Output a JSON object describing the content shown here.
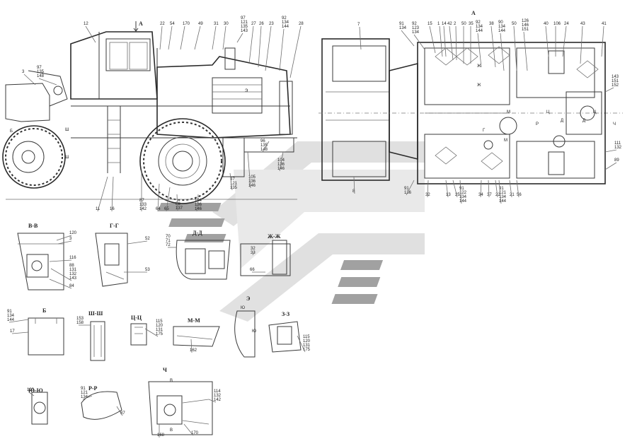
{
  "drawing": {
    "view_arrow_label": "А",
    "plan_title": "А",
    "wm_color": "#b9b9b9",
    "wm_dark": "#4a4a4a"
  },
  "side_view_callouts": [
    "12",
    "97\n135\n148",
    "3",
    "Б",
    "Ш",
    "Ш",
    "11",
    "16",
    "22",
    "54",
    "170",
    "49",
    "31",
    "30",
    "97\n121\n135\n143",
    "27",
    "26",
    "23",
    "92\n134\n144",
    "28",
    "87\n133\n142",
    "64",
    "65",
    "88\n137",
    "104\n136\n146",
    "97\n121\n135",
    "105\n136\n146",
    "96\n135\n148",
    "104\n136\n146",
    "Э"
  ],
  "plan_view_callouts": [
    "7",
    "91\n134",
    "92\n123\n134",
    "15",
    "1",
    "14",
    "42",
    "2",
    "50",
    "35",
    "92\n134\n144",
    "38",
    "90\n134\n144",
    "50",
    "126\n146\n151",
    "40",
    "106",
    "24",
    "43",
    "41",
    "143\n151\n152",
    "Ц",
    "Ц",
    "Д",
    "Д",
    "Ч",
    "111\n132",
    "89",
    "М",
    "М",
    "Г",
    "Р",
    "Ж",
    "Ж",
    "8",
    "91\n136",
    "32",
    "13",
    "25",
    "91\n122\n134\n144",
    "34",
    "37",
    "22",
    "91\n121\n134\n144",
    "21",
    "56"
  ],
  "sections": [
    {
      "id": "vv",
      "title": "В-В",
      "labels": [
        "120",
        "3",
        "116",
        "88\n131\n132\n143",
        "84"
      ]
    },
    {
      "id": "gg",
      "title": "Г-Г",
      "labels": [
        "52",
        "53"
      ]
    },
    {
      "id": "dd",
      "title": "Д-Д",
      "labels": [
        "70\n71\n72"
      ]
    },
    {
      "id": "zhzh",
      "title": "Ж-Ж",
      "labels": [
        "32\n33",
        "66"
      ]
    },
    {
      "id": "b",
      "title": "Б",
      "labels": [
        "91\n134\n144",
        "17"
      ]
    },
    {
      "id": "shsh",
      "title": "Ш-Ш",
      "labels": [
        "153\n158"
      ]
    },
    {
      "id": "tsts",
      "title": "Ц-Ц",
      "labels": [
        "115\n120\n131\n175"
      ]
    },
    {
      "id": "mm",
      "title": "М-М",
      "labels": [
        "162"
      ]
    },
    {
      "id": "e",
      "title": "Э",
      "labels": [
        "Ю",
        "Ю"
      ]
    },
    {
      "id": "zz",
      "title": "З-З",
      "labels": [
        "115\n120\n131\n175"
      ]
    },
    {
      "id": "yuyu",
      "title": "Ю-Ю",
      "labels": [
        "133"
      ]
    },
    {
      "id": "rr",
      "title": "Р-Р",
      "labels": [
        "91\n121\n134",
        "87"
      ]
    },
    {
      "id": "ch",
      "title": "Ч",
      "labels": [
        "В",
        "В",
        "114\n132\n142",
        "168",
        "170"
      ]
    }
  ]
}
